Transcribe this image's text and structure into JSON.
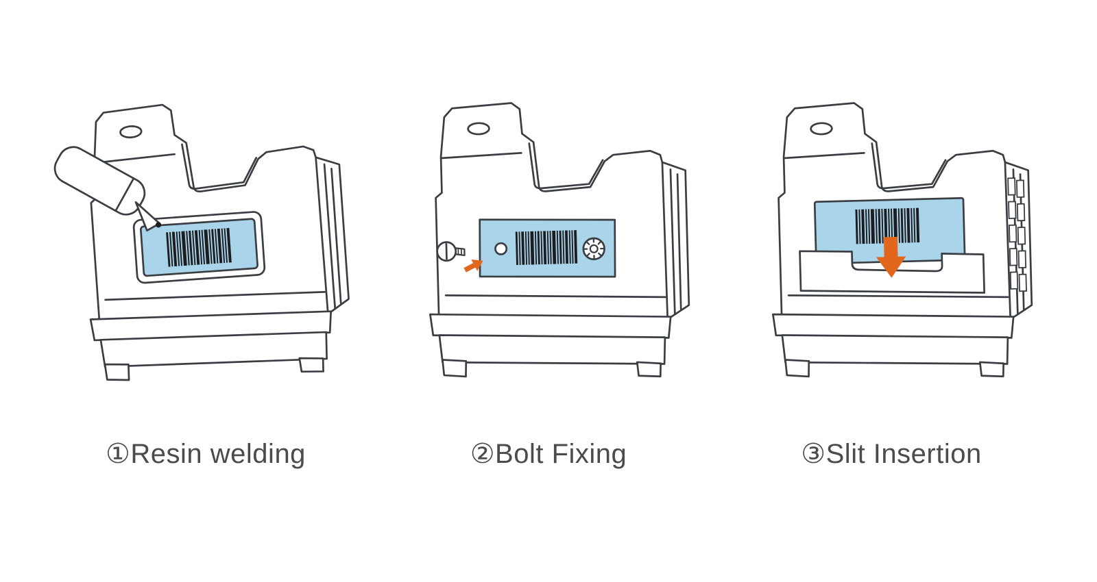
{
  "figure": {
    "steps": [
      {
        "label": "①Resin welding"
      },
      {
        "label": "②Bolt Fixing"
      },
      {
        "label": "③Slit Insertion"
      }
    ]
  },
  "icons": {
    "barcode": "barcode-icon",
    "welding_tool": "welding-tool-icon",
    "bolt": "bolt-icon",
    "screw": "screw-icon",
    "arrow_right": "arrow-right-icon",
    "arrow_down": "arrow-down-icon",
    "crate": "crate-icon"
  },
  "colors": {
    "line": "#3a3e43",
    "ink": "#1d1d1f",
    "label_blue": "#a9d4ea",
    "arrow_orange": "#e2671d",
    "text": "#4b4b4b",
    "background": "#ffffff"
  }
}
